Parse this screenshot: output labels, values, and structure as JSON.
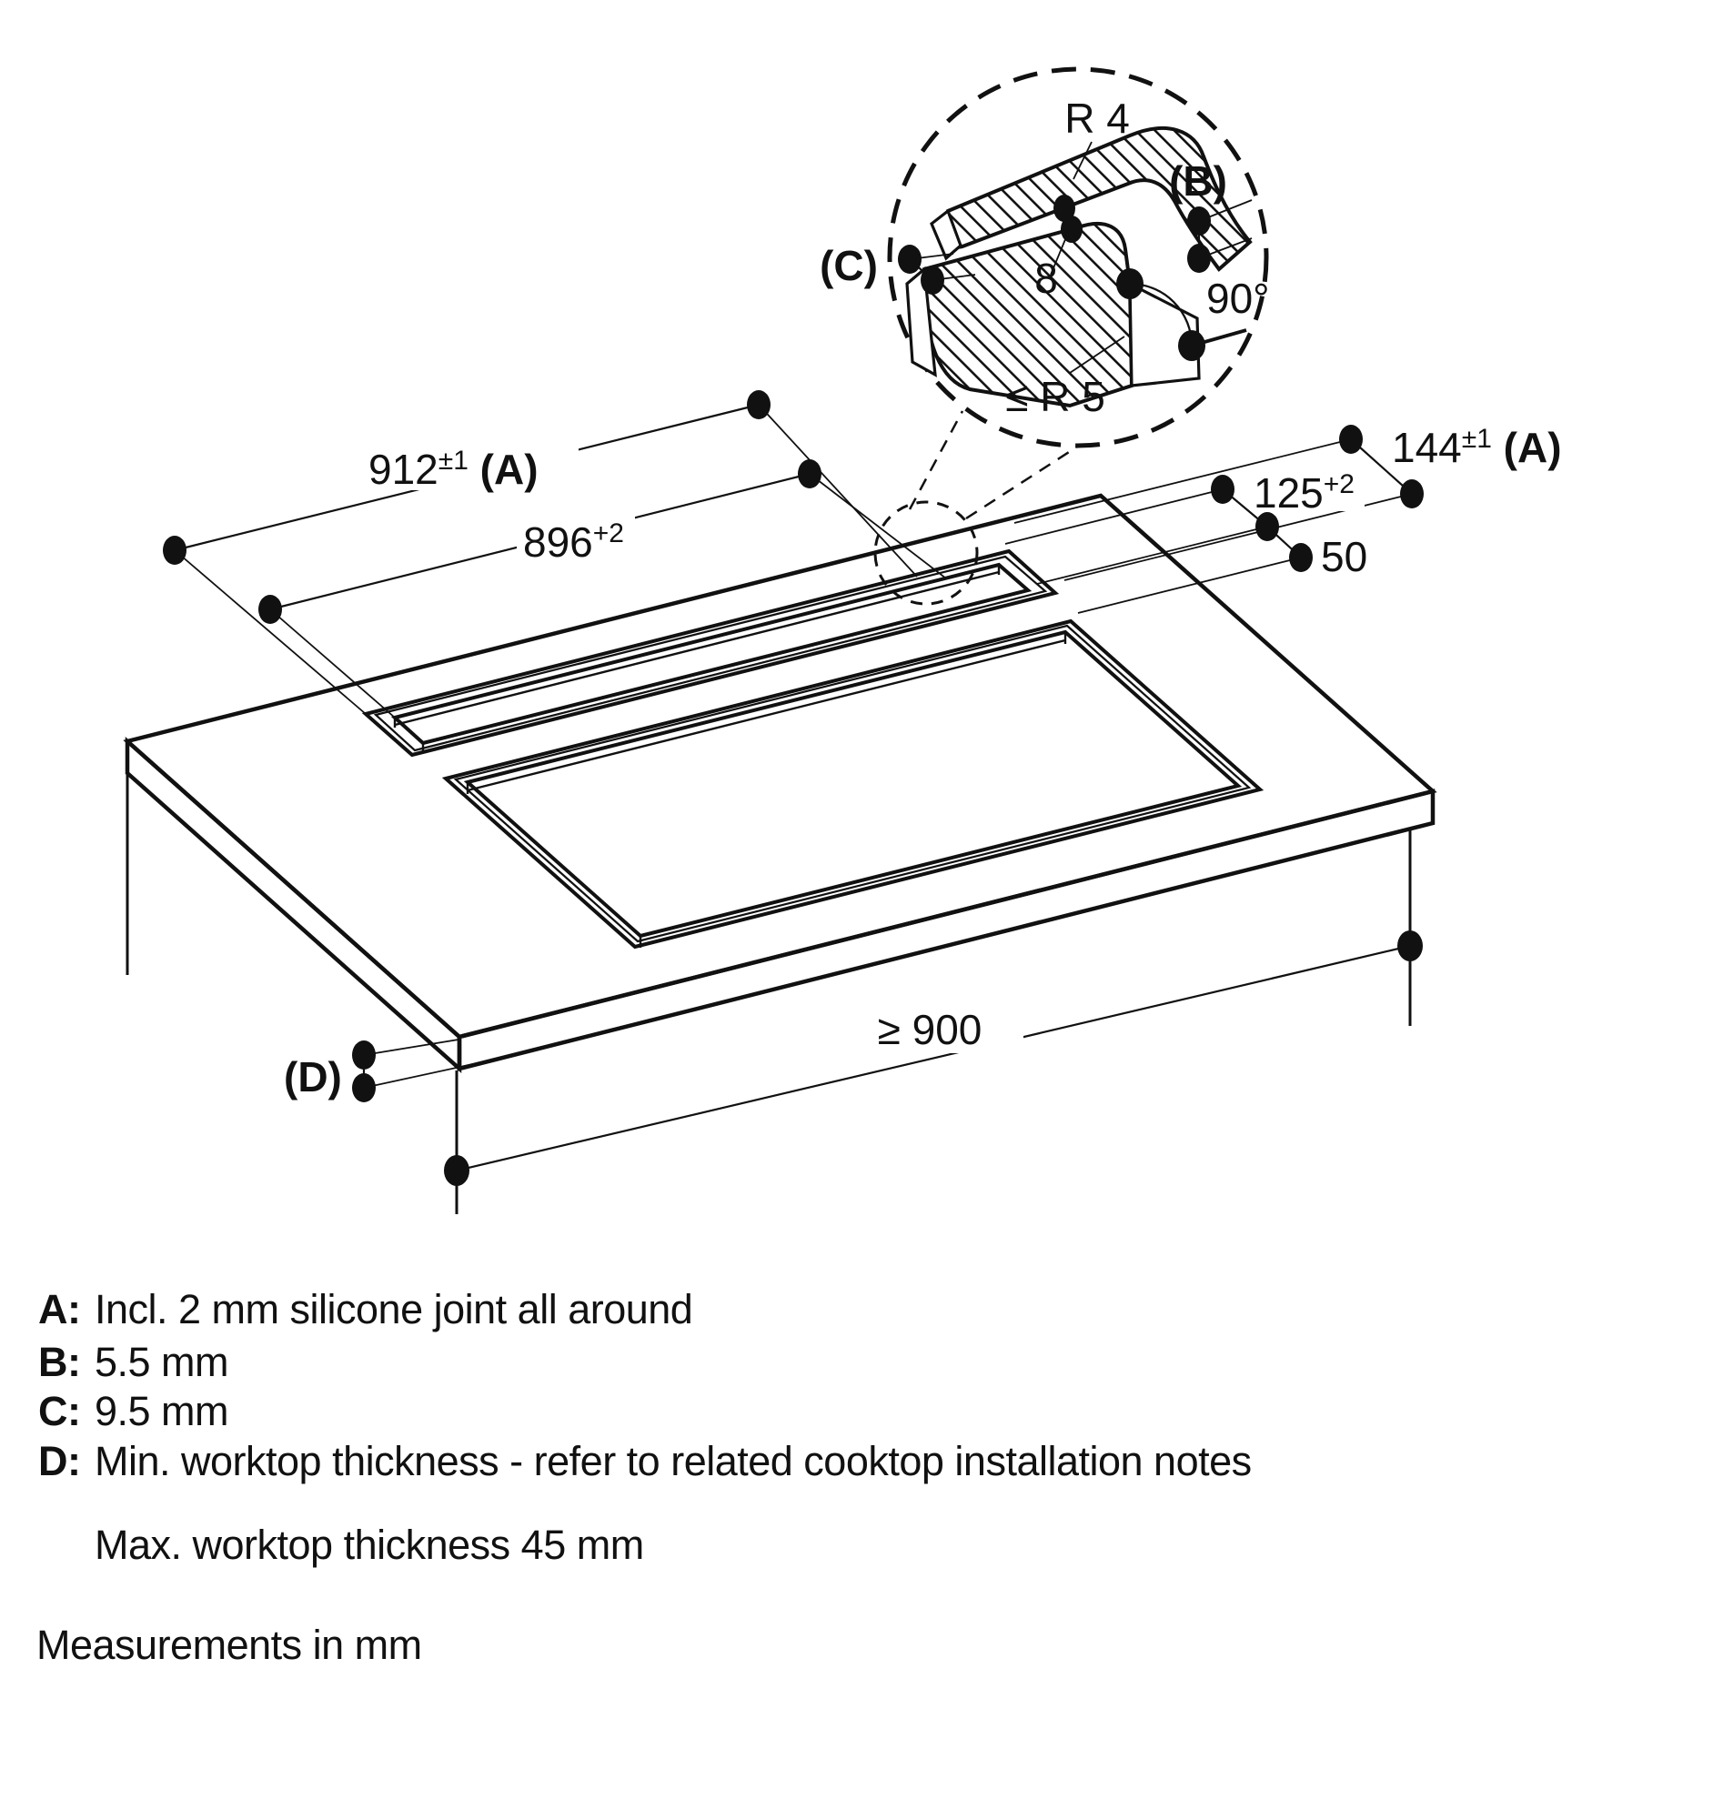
{
  "detail_circle": {
    "r4_label": "R 4",
    "b_label": "(B)",
    "c_label": "(C)",
    "recess_depth_label": "8",
    "angle_label": "90°",
    "r5_label": "≤ R 5"
  },
  "dimensions": {
    "slot_length_outer": {
      "value": "912",
      "tolerance": "±1",
      "ref": " (A)"
    },
    "slot_length_inner": {
      "value": "896",
      "tolerance": "+2"
    },
    "slot_width_outer": {
      "value": "144",
      "tolerance": "±1",
      "ref": " (A)"
    },
    "slot_width_inner": {
      "value": "125",
      "tolerance": "+2"
    },
    "slot_offset": {
      "value": "50"
    },
    "cabinet_width": {
      "value": "≥ 900"
    },
    "worktop_thickness": {
      "value": "(D)"
    }
  },
  "legend": {
    "items": [
      {
        "key": "A:",
        "text": "Incl. 2 mm silicone joint all around"
      },
      {
        "key": "B:",
        "text": "5.5 mm"
      },
      {
        "key": "C:",
        "text": "9.5 mm"
      },
      {
        "key": "D:",
        "text": "Min. worktop thickness - refer to related cooktop installation notes"
      }
    ],
    "note": "Max. worktop thickness 45 mm"
  },
  "footer": "Measurements in mm",
  "colors": {
    "ink": "#111111",
    "paper": "#ffffff"
  }
}
